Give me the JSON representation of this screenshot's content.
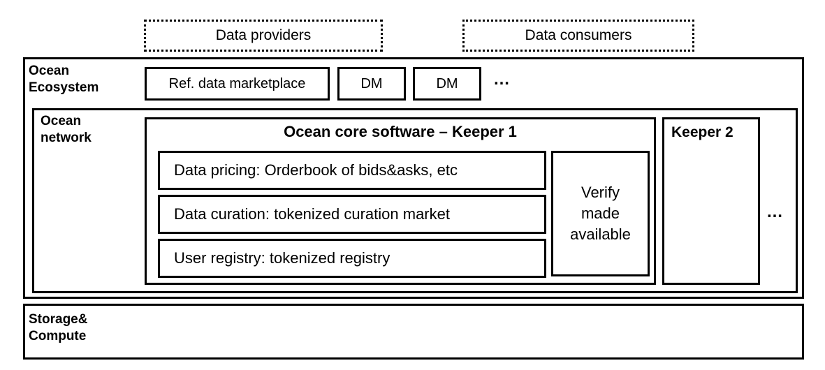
{
  "top": {
    "providers": "Data providers",
    "consumers": "Data consumers"
  },
  "ecosystem": {
    "label": "Ocean\nEcosystem",
    "ref_marketplace": "Ref. data marketplace",
    "dm1": "DM",
    "dm2": "DM",
    "more": "…"
  },
  "network": {
    "label": "Ocean\nnetwork",
    "keeper1_title": "Ocean core software – Keeper 1",
    "pricing": "Data pricing: Orderbook of bids&asks, etc",
    "curation": "Data curation: tokenized curation market",
    "registry": "User registry: tokenized registry",
    "verify": "Verify\nmade\navailable",
    "keeper2_title": "Keeper 2",
    "more": "…"
  },
  "storage": {
    "label": "Storage&\nCompute"
  }
}
